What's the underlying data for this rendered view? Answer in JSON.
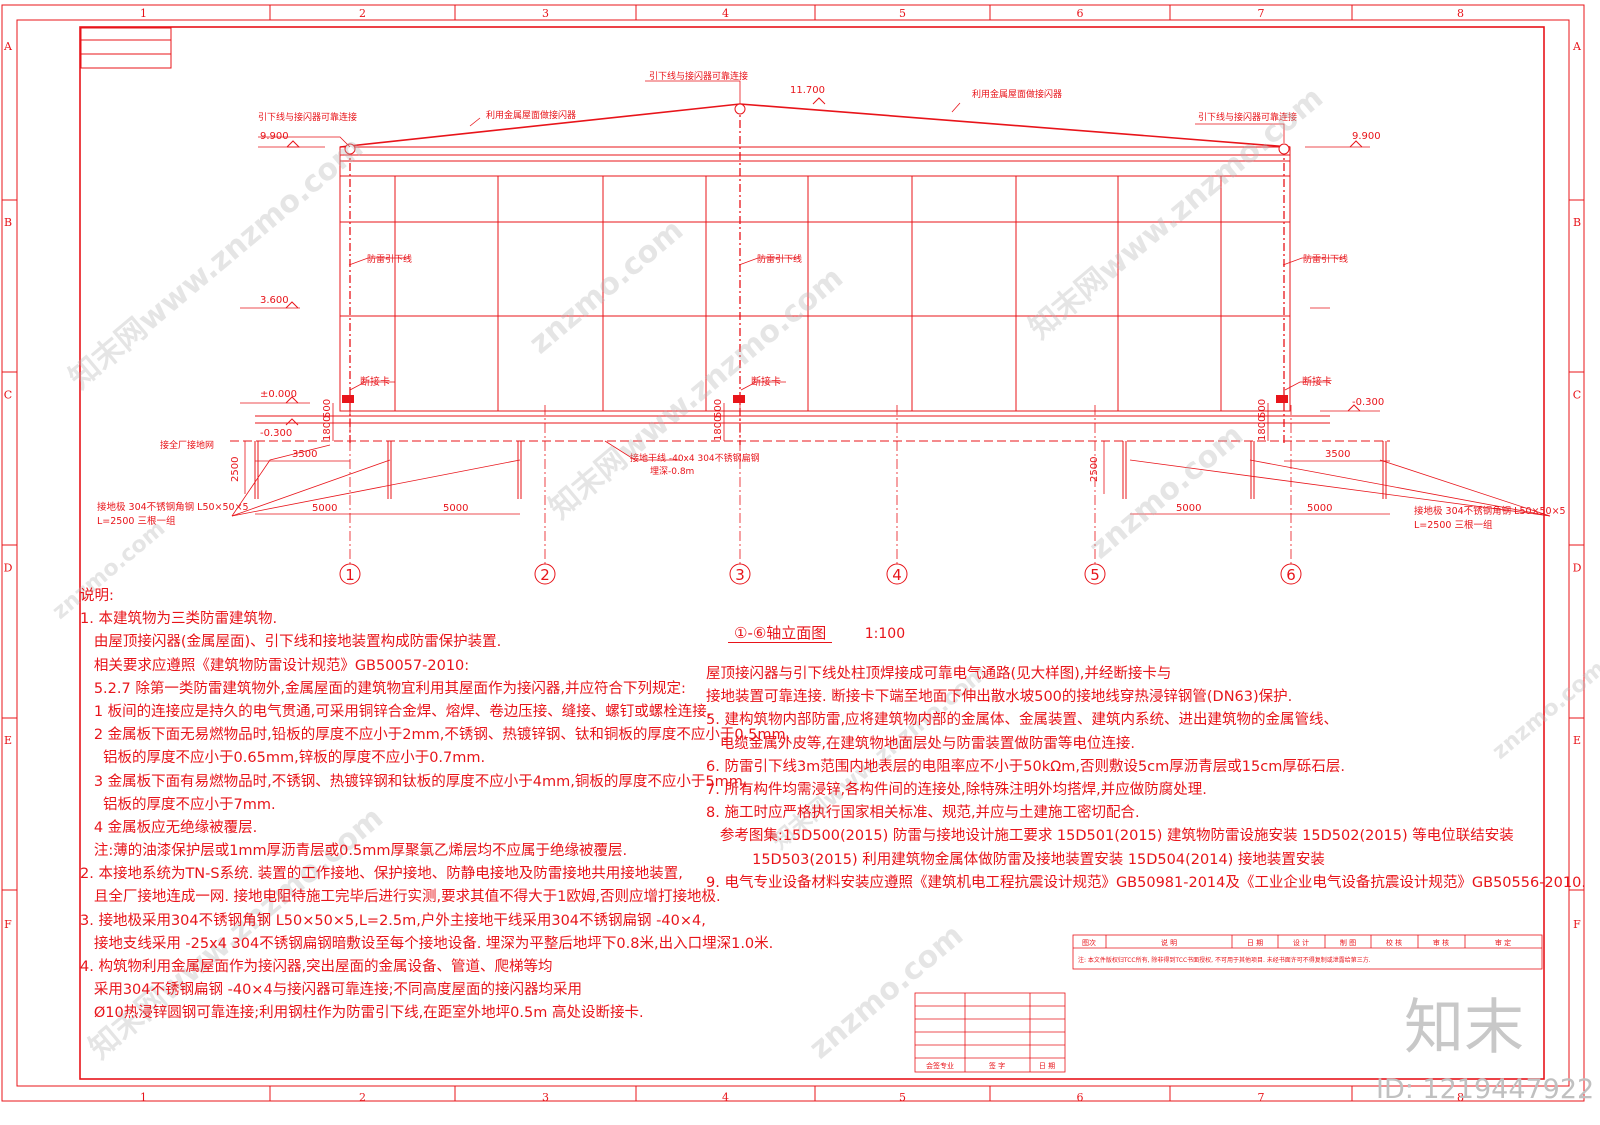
{
  "colors": {
    "line": "#e8141a",
    "watermark": "#a8a8a8"
  },
  "grid_columns": [
    "1",
    "2",
    "3",
    "4",
    "5",
    "6",
    "7",
    "8"
  ],
  "grid_rows": [
    "A",
    "B",
    "C",
    "D",
    "E",
    "F"
  ],
  "elevations": {
    "ridge": "11.700",
    "eave_left": "9.900",
    "eave_right": "9.900",
    "mid": "3.600",
    "ground": "±0.000",
    "outdoor_left": "-0.300",
    "outdoor_right": "-0.300"
  },
  "labels": {
    "top_connect": "引下线与接闪器可靠连接",
    "left_connect": "引下线与接闪器可靠连接",
    "right_connect": "引下线与接闪器可靠连接",
    "roof_left": "利用金属屋面做接闪器",
    "roof_right": "利用金属屋面做接闪器",
    "down1": "防雷引下线",
    "down2": "防雷引下线",
    "down3": "防雷引下线",
    "break1": "断接卡",
    "break2": "断接卡",
    "break3": "断接卡",
    "plant_grid": "接全厂接地网",
    "trunk": "接地干线 -40x4 304不锈钢扁钢",
    "depth": "埋深-0.8m",
    "electrode_left": "接地极 304不锈钢角钢 L50×50×5",
    "electrode_left2": "L=2500 三根一组",
    "electrode_right": "接地极 304不锈钢角钢 L50×50×5",
    "electrode_right2": "L=2500 三根一组"
  },
  "dims": {
    "d3500l": "3500",
    "d3500r": "3500",
    "d5000a": "5000",
    "d5000b": "5000",
    "d5000c": "5000",
    "d5000d": "5000",
    "d2500l": "2500",
    "d2500r": "2500",
    "d1800_1": "1800",
    "d500_1": "500",
    "d1800_2": "1800",
    "d500_2": "500",
    "d1800_3": "1800",
    "d500_3": "500"
  },
  "axes": [
    "1",
    "2",
    "3",
    "4",
    "5",
    "6"
  ],
  "drawing_title": "①-⑥轴立面图",
  "drawing_scale": "1:100",
  "notes_left": [
    "说明:",
    "1. 本建筑物为三类防雷建筑物.",
    "   由屋顶接闪器(金属屋面)、引下线和接地装置构成防雷保护装置.",
    "   相关要求应遵照《建筑物防雷设计规范》GB50057-2010:",
    "   5.2.7 除第一类防雷建筑物外,金属屋面的建筑物宜利用其屋面作为接闪器,并应符合下列规定:",
    "   1 板间的连接应是持久的电气贯通,可采用铜锌合金焊、熔焊、卷边压接、缝接、螺钉或螺栓连接.",
    "   2 金属板下面无易燃物品时,铅板的厚度不应小于2mm,不锈钢、热镀锌钢、钛和铜板的厚度不应小于0.5mm,",
    "     铝板的厚度不应小于0.65mm,锌板的厚度不应小于0.7mm.",
    "   3 金属板下面有易燃物品时,不锈钢、热镀锌钢和钛板的厚度不应小于4mm,铜板的厚度不应小于5mm,",
    "     铝板的厚度不应小于7mm.",
    "   4 金属板应无绝缘被覆层.",
    "   注:薄的油漆保护层或1mm厚沥青层或0.5mm厚聚氯乙烯层均不应属于绝缘被覆层.",
    "2. 本接地系统为TN-S系统. 装置的工作接地、保护接地、防静电接地及防雷接地共用接地装置,",
    "   且全厂接地连成一网. 接地电阻待施工完毕后进行实测,要求其值不得大于1欧姆,否则应增打接地极.",
    "3. 接地极采用304不锈钢角钢 L50×50×5,L=2.5m,户外主接地干线采用304不锈钢扁钢 -40×4,",
    "   接地支线采用 -25x4 304不锈钢扁钢暗敷设至每个接地设备. 埋深为平整后地坪下0.8米,出入口埋深1.0米.",
    "4. 构筑物利用金属屋面作为接闪器,突出屋面的金属设备、管道、爬梯等均",
    "   采用304不锈钢扁钢 -40×4与接闪器可靠连接;不同高度屋面的接闪器均采用",
    "   Ø10热浸锌圆钢可靠连接;利用钢柱作为防雷引下线,在距室外地坪0.5m 高处设断接卡."
  ],
  "notes_right": [
    "屋顶接闪器与引下线处柱顶焊接成可靠电气通路(见大样图),并经断接卡与",
    "接地装置可靠连接. 断接卡下端至地面下伸出散水坡500的接地线穿热浸锌钢管(DN63)保护.",
    "5. 建构筑物内部防雷,应将建筑物内部的金属体、金属装置、建筑内系统、进出建筑物的金属管线、",
    "   电缆金属外皮等,在建筑物地面层处与防雷装置做防雷等电位连接.",
    "6. 防雷引下线3m范围内地表层的电阻率应不小于50kΩm,否则敷设5cm厚沥青层或15cm厚砾石层.",
    "7. 所有构件均需浸锌,各构件间的连接处,除特殊注明外均搭焊,并应做防腐处理.",
    "8. 施工时应严格执行国家相关标准、规范,并应与土建施工密切配合.",
    "   参考图集:15D500(2015) 防雷与接地设计施工要求 15D501(2015) 建筑物防雷设施安装 15D502(2015) 等电位联结安装",
    "          15D503(2015) 利用建筑物金属体做防雷及接地装置安装 15D504(2014) 接地装置安装",
    "9. 电气专业设备材料安装应遵照《建筑机电工程抗震设计规范》GB50981-2014及《工业企业电气设备抗震设计规范》GB50556-2010."
  ],
  "revision_table": {
    "headers": [
      "图次",
      "说 明",
      "日 期",
      "设 计",
      "制 图",
      "校 核",
      "审 核",
      "审 定"
    ],
    "note": "注: 本文件版权归TCC所有, 除非得到TCC书面授权, 不可用于其他项目. 未经书面许可不得复制或泄露给第三方."
  },
  "sign_table": {
    "headers": [
      "会签专业",
      "签 字",
      "日 期"
    ]
  },
  "watermark": {
    "brand": "知末",
    "id": "ID: 1219447922",
    "site": "znzmo.com",
    "site_cn": "知末网www.znzmo.com"
  }
}
